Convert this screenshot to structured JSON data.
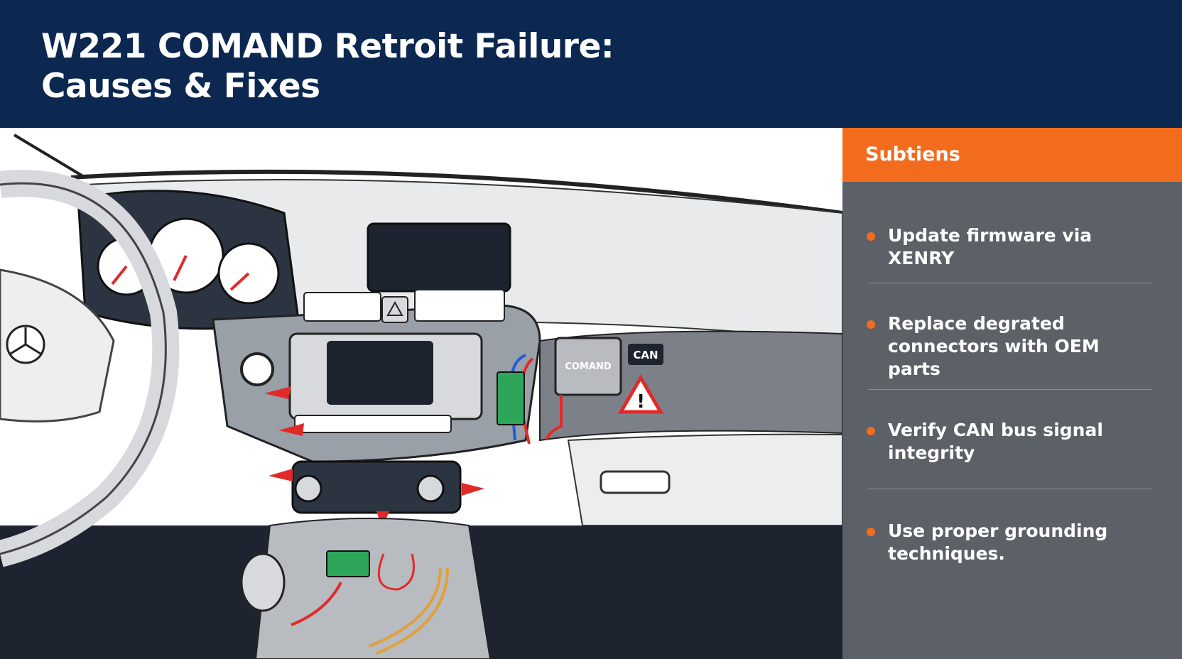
{
  "header": {
    "title_line1": "W221 COMAND Retroit Failure:",
    "title_line2": "Causes & Fixes"
  },
  "illustration": {
    "comand_label": "COMAND",
    "can_label": "CAN"
  },
  "sidebar": {
    "title": "Subtiens",
    "items": [
      {
        "text": "Update firmware via XENRY"
      },
      {
        "text": "Replace degrated connectors with OEM parts"
      },
      {
        "text": "Verify CAN bus signal integrity"
      },
      {
        "text": "Use proper grounding techniques."
      }
    ]
  },
  "colors": {
    "header_bg": "#0c2750",
    "accent": "#f36c1d",
    "sidebar_bg": "#5c6167",
    "warning": "#e02a2a"
  },
  "icons": [
    "mercedes-star-icon",
    "hazard-icon",
    "warning-triangle-icon",
    "red-arrow-icon"
  ]
}
